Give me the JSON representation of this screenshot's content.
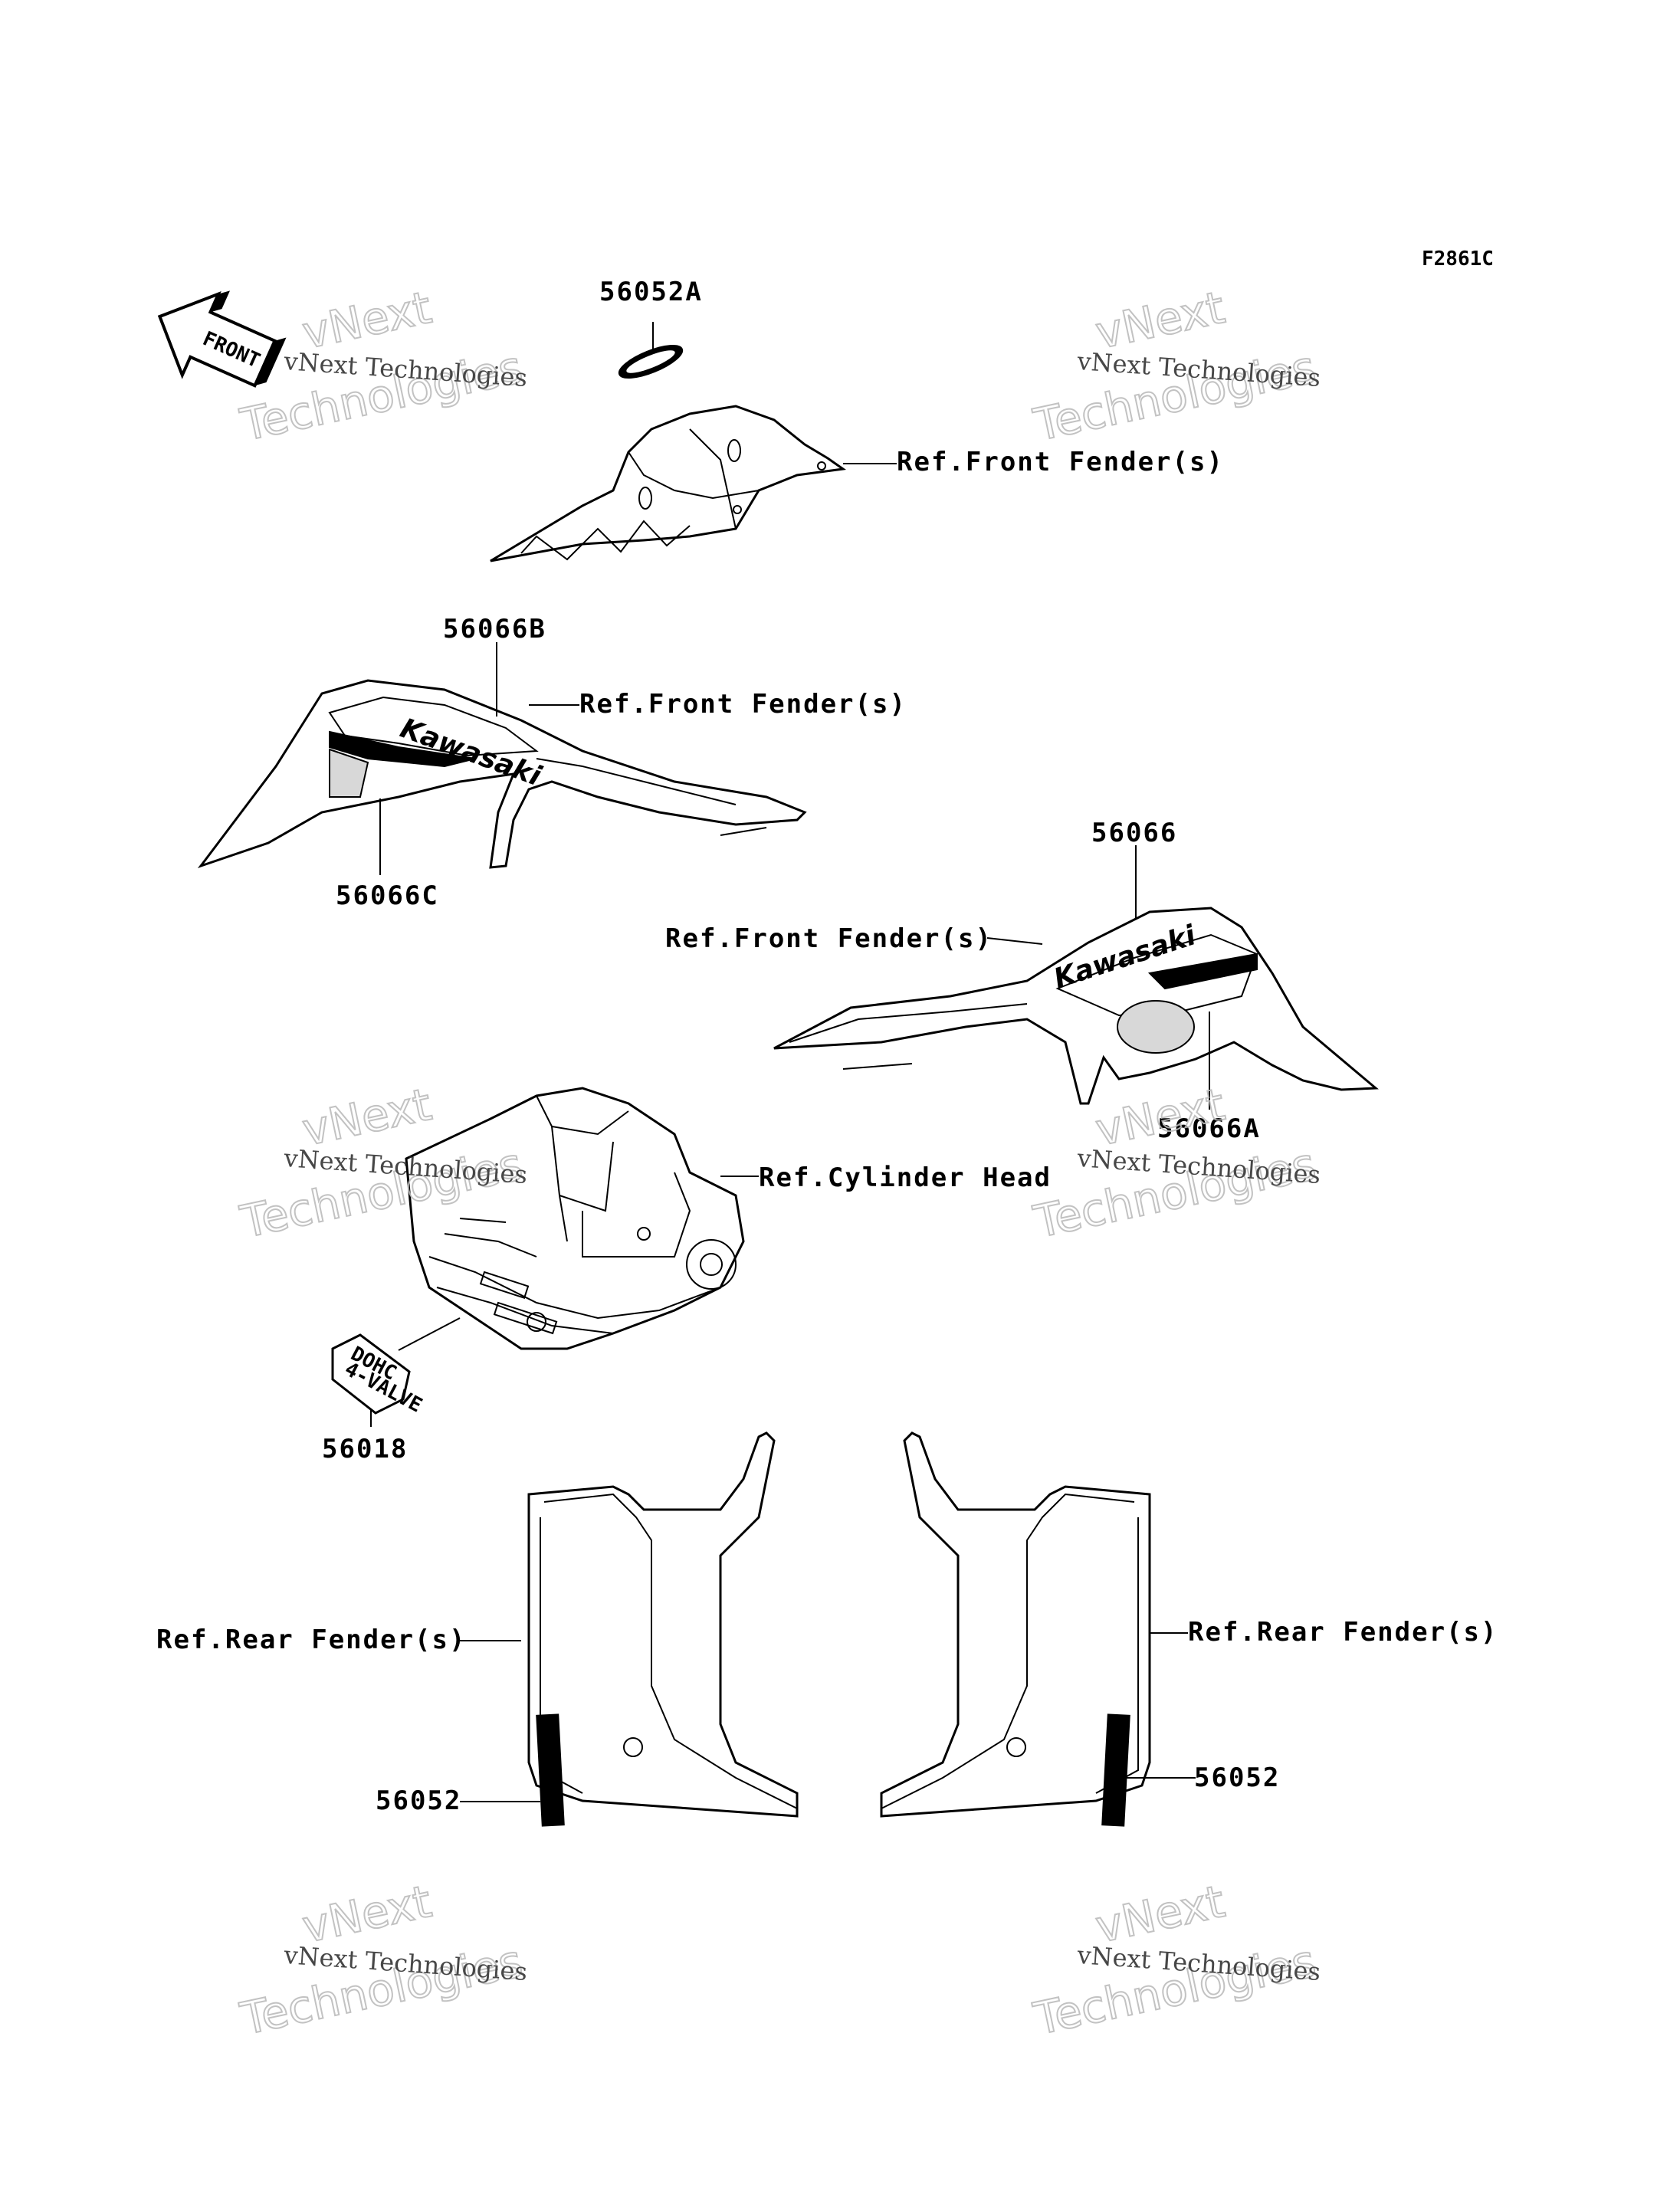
{
  "figure_id": "F2861C",
  "front_arrow": {
    "label": "FRONT"
  },
  "watermark": {
    "line1": "vNext Technologies",
    "line2": "vNext",
    "line3": "Technologies"
  },
  "sections": {
    "part_a": {
      "part_no": "56052A",
      "ref": "Ref.Front Fender(s)"
    },
    "part_b": {
      "part_no": "56066B",
      "ref": "Ref.Front Fender(s)",
      "part_no_c": "56066C",
      "brand": "Kawasaki"
    },
    "part_c": {
      "part_no": "56066",
      "ref": "Ref.Front Fender(s)",
      "part_no_a": "56066A",
      "brand": "Kawasaki"
    },
    "part_d": {
      "part_no": "56018",
      "ref": "Ref.Cylinder Head",
      "decal_line1": "DOHC",
      "decal_line2": "4-VALVE"
    },
    "part_e_left": {
      "part_no": "56052",
      "ref": "Ref.Rear Fender(s)"
    },
    "part_e_right": {
      "part_no": "56052",
      "ref": "Ref.Rear Fender(s)"
    }
  }
}
